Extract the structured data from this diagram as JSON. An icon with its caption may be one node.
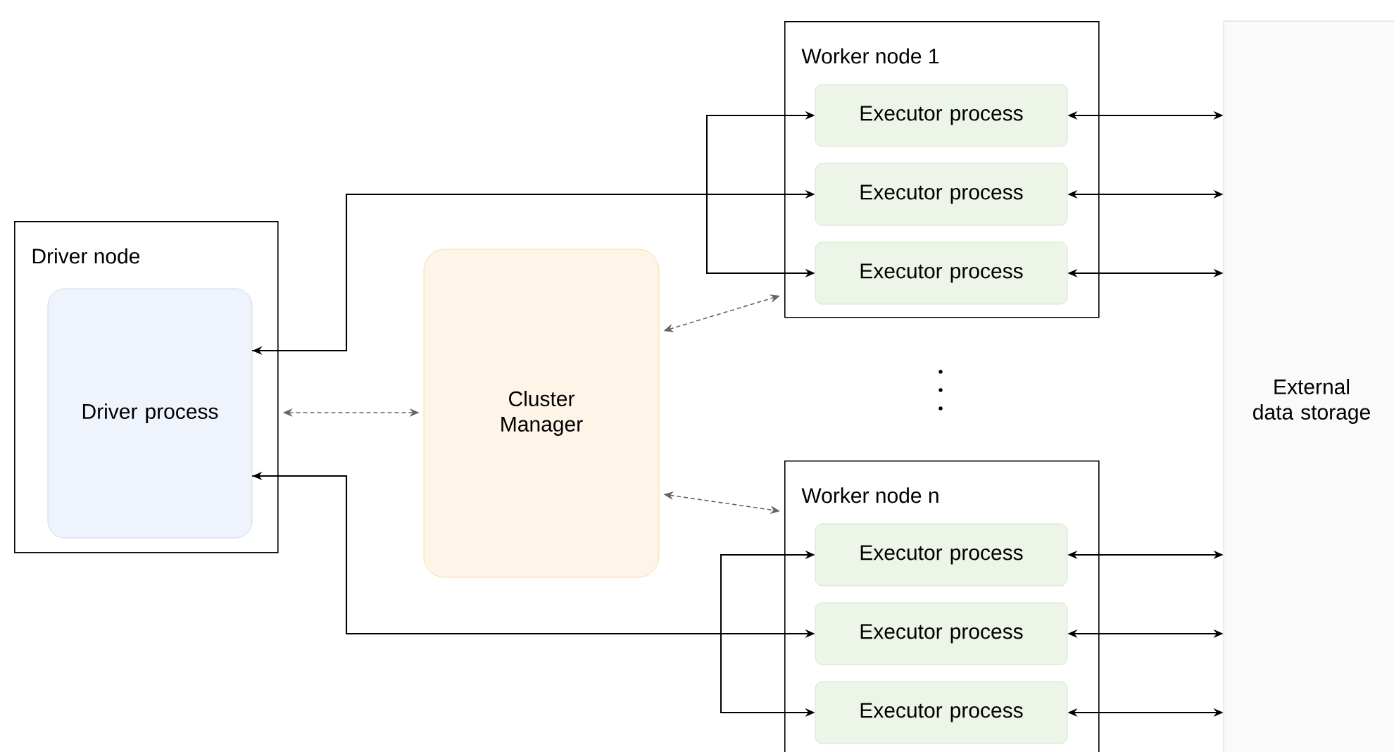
{
  "diagram": {
    "nodes": [
      {
        "text": [
          "Driver node"
        ]
      },
      {
        "text": [
          "Driver process"
        ],
        "in": 0
      },
      {
        "text": [
          "Cluster Manager"
        ]
      },
      {
        "text": [
          "Worker node 1"
        ]
      },
      {
        "text": [
          "Executor process"
        ],
        "in": 3
      },
      {
        "text": [
          "Executor process"
        ],
        "in": 3
      },
      {
        "text": [
          "Executor process"
        ],
        "in": 3
      },
      {
        "text": [
          "Worker node n"
        ]
      },
      {
        "text": [
          "Executor process"
        ],
        "in": 7
      },
      {
        "text": [
          "Executor process"
        ],
        "in": 7
      },
      {
        "text": [
          "Executor process"
        ],
        "in": 7
      },
      {
        "text": [
          "External data storage"
        ]
      }
    ],
    "edges": [
      {
        "from": 0,
        "to": 2,
        "arrow": "both",
        "style": "dashed",
        "color": "#666666"
      },
      {
        "from": 2,
        "to": 3,
        "arrow": "both",
        "style": "dashed",
        "color": "#666666"
      },
      {
        "from": 2,
        "to": 7,
        "arrow": "both",
        "style": "dashed",
        "color": "#666666"
      },
      {
        "from": 1,
        "to": 4,
        "arrow": "to"
      },
      {
        "from": 1,
        "to": 5,
        "arrow": "both"
      },
      {
        "from": 1,
        "to": 6,
        "arrow": "to"
      },
      {
        "from": 1,
        "to": 8,
        "arrow": "to"
      },
      {
        "from": 1,
        "to": 9,
        "arrow": "both"
      },
      {
        "from": 1,
        "to": 10,
        "arrow": "to"
      },
      {
        "from": 4,
        "to": 11,
        "arrow": "both"
      },
      {
        "from": 5,
        "to": 11,
        "arrow": "both"
      },
      {
        "from": 6,
        "to": 11,
        "arrow": "both"
      },
      {
        "from": 8,
        "to": 11,
        "arrow": "both"
      },
      {
        "from": 9,
        "to": 11,
        "arrow": "both"
      },
      {
        "from": 10,
        "to": 11,
        "arrow": "both"
      }
    ]
  }
}
